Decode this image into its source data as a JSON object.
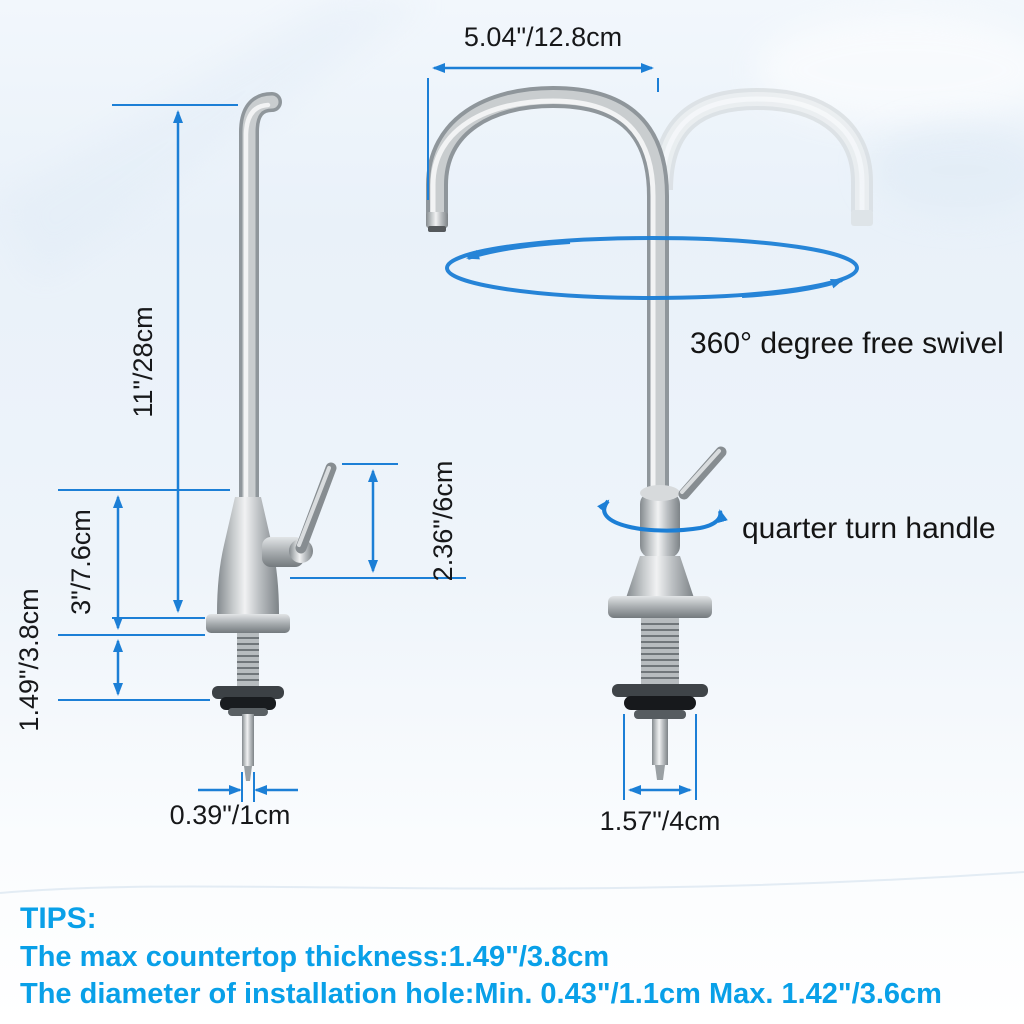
{
  "colors": {
    "dimension_blue": "#1c7fd6",
    "tips_blue": "#09a0e8",
    "steel_light": "#f1f2f3",
    "steel_dark": "#848a8e"
  },
  "left_view": {
    "dim_height": "11\"/28cm",
    "dim_body": "3\"/7.6cm",
    "dim_shank": "1.49\"/3.8cm",
    "dim_handle": "2.36\"/6cm",
    "dim_outlet": "0.39\"/1cm"
  },
  "right_view": {
    "dim_reach": "5.04\"/12.8cm",
    "dim_base": "1.57\"/4cm",
    "label_swivel": "360° degree free swivel",
    "label_handle": "quarter turn handle"
  },
  "tips": {
    "title": "TIPS:",
    "line1": "The max countertop thickness:1.49\"/3.8cm",
    "line2": "The diameter of installation hole:Min. 0.43\"/1.1cm  Max. 1.42\"/3.6cm"
  }
}
